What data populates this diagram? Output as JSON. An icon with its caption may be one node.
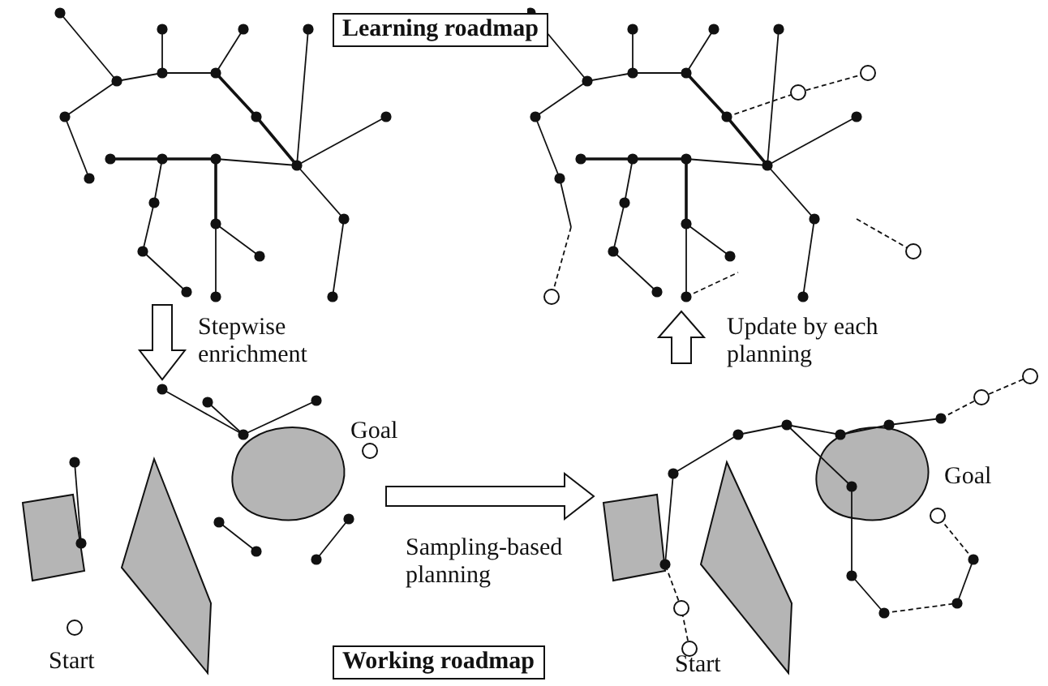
{
  "diagram": {
    "nodes": [
      {
        "text": [],
        "shape": "picture"
      },
      {
        "text": [
          "Learning roadmap"
        ]
      },
      {
        "text": [],
        "shape": "picture"
      },
      {
        "text": [],
        "shape": "picture"
      },
      {
        "text": [],
        "shape": "picture"
      },
      {
        "text": [
          "Working roadmap"
        ]
      }
    ],
    "edges": [
      {
        "from": 0,
        "to": 3,
        "arrow": "to",
        "label": "Stepwise enrichment"
      },
      {
        "from": 3,
        "to": 4,
        "arrow": "to",
        "label": "Sampling-based planning"
      },
      {
        "from": 4,
        "to": 2,
        "arrow": "to",
        "label": "Update by each planning"
      }
    ],
    "labels": [
      "Goal",
      "Goal",
      "Start",
      "Start"
    ]
  }
}
